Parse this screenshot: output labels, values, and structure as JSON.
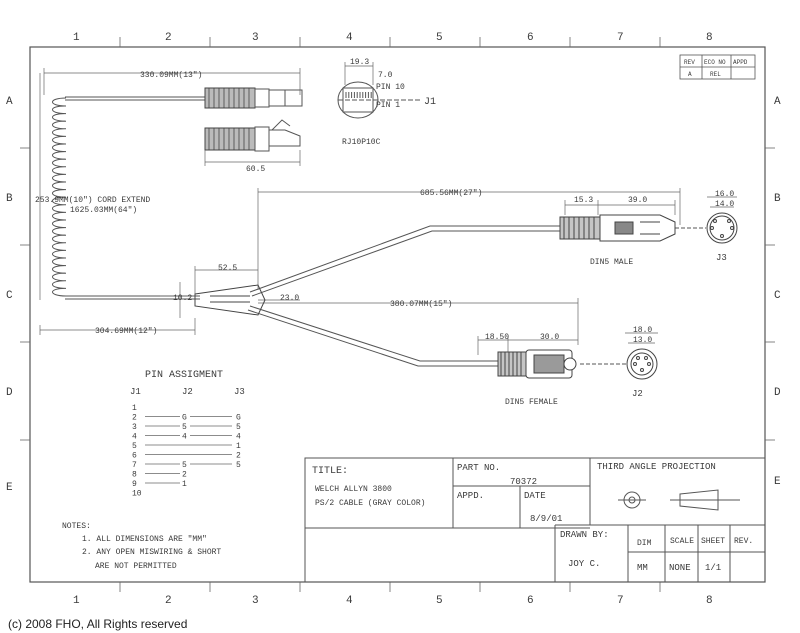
{
  "zones": {
    "columns": [
      "1",
      "2",
      "3",
      "4",
      "5",
      "6",
      "7",
      "8"
    ],
    "rows": [
      "A",
      "B",
      "C",
      "D",
      "E"
    ]
  },
  "revision_block": {
    "headers": [
      "REV",
      "ECO NO",
      "APPD"
    ],
    "row": [
      "A",
      "REL",
      ""
    ]
  },
  "dimensions": {
    "coil_length": "330.09MM(13\")",
    "rj_width": "19.3",
    "rj_pin_pitch": "7.0",
    "rj_body": "60.5",
    "cord_extend_a": "253.9MM(10\") CORD EXTEND",
    "cord_extend_b": "1625.03MM(64\")",
    "branch_len": "685.56MM(27\")",
    "din_male_a": "15.3",
    "din_male_b": "39.0",
    "din_male_face_a": "16.0",
    "din_male_face_b": "14.0",
    "split_offset": "52.5",
    "split_small": "10.2",
    "split_gap": "23.0",
    "lower_branch": "380.07MM(15\")",
    "tail": "304.69MM(12\")",
    "din_fem_a": "18.50",
    "din_fem_b": "30.0",
    "din_fem_face_a": "18.0",
    "din_fem_face_b": "13.0"
  },
  "labels": {
    "pin10": "PIN 10",
    "pin1": "PIN 1",
    "j1": "J1",
    "rj_part": "RJ10P10C",
    "din_male": "DIN5 MALE",
    "j3": "J3",
    "din_female": "DIN5 FEMALE",
    "j2": "J2"
  },
  "pin_assignment": {
    "title": "PIN ASSIGMENT",
    "headers": [
      "J1",
      "J2",
      "J3"
    ],
    "rows": [
      [
        "1",
        "",
        ""
      ],
      [
        "2",
        "G",
        "G"
      ],
      [
        "3",
        "5",
        "5"
      ],
      [
        "4",
        "4",
        "4"
      ],
      [
        "5",
        "",
        "1"
      ],
      [
        "6",
        "",
        "2"
      ],
      [
        "7",
        "5",
        "5"
      ],
      [
        "8",
        "2",
        ""
      ],
      [
        "9",
        "1",
        ""
      ],
      [
        "10",
        "",
        ""
      ]
    ]
  },
  "notes": {
    "title": "NOTES:",
    "items": [
      "1. ALL DIMENSIONS ARE \"MM\"",
      "2. ANY OPEN MISWIRING & SHORT",
      "ARE NOT PERMITTED"
    ]
  },
  "title_block": {
    "title_label": "TITLE:",
    "title_line1": "WELCH ALLYN 3800",
    "title_line2": "PS/2 CABLE (GRAY COLOR)",
    "part_no_label": "PART NO.",
    "part_no": "70372",
    "appd_label": "APPD.",
    "date_label": "DATE",
    "date": "8/9/01",
    "projection": "THIRD ANGLE PROJECTION",
    "drawn_by_label": "DRAWN BY:",
    "drawn_by": "JOY C.",
    "dim_label": "DIM",
    "dim": "MM",
    "scale_label": "SCALE",
    "scale": "NONE",
    "sheet_label": "SHEET",
    "sheet": "1/1",
    "rev_label": "REV."
  },
  "copyright": "(c) 2008 FHO, All Rights reserved"
}
